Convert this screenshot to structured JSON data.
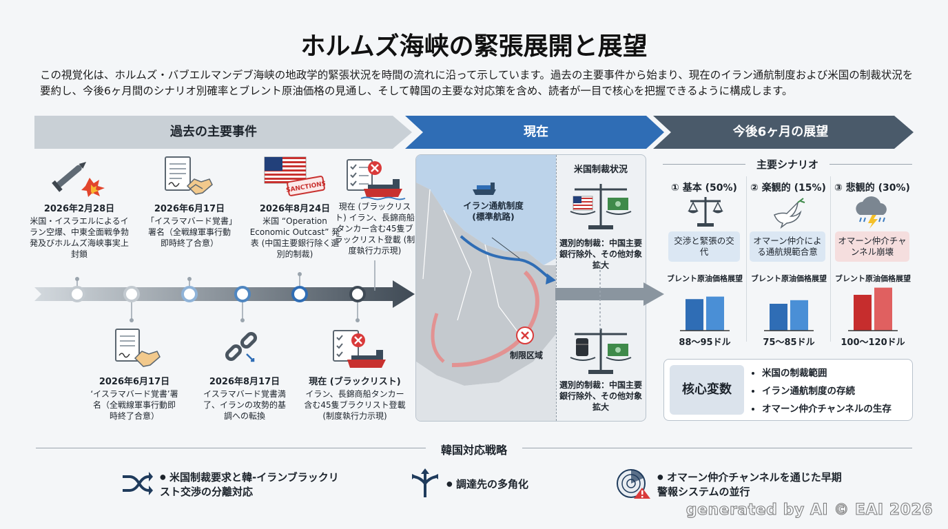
{
  "title": "ホルムズ海峡の緊張展開と展望",
  "intro": "この視覚化は、ホルムズ・バブエルマンデブ海峡の地政学的緊張状況を時間の流れに沿って示しています。過去の主要事件から始まり、現在のイラン通航制度および米国の制裁状況を要約し、今後6ヶ月間のシナリオ別確率とブレント原油価格の見通し、そして韓国の主要な対応策を含め、読者が一目で核心を把握できるように構成します。",
  "banners": {
    "past": "過去の主要事件",
    "present": "現在",
    "future": "今後6ヶ月の展望"
  },
  "events_top": [
    {
      "date": "2026年2月28日",
      "text": "米国・イスラエルによるイラン空爆、中東全面戦争勃発及びホルムズ海峡事実上封鎖"
    },
    {
      "date": "2026年6月17日",
      "text": "「イスラマバード覚書」署名（全戦線軍事行動即時終了合意）"
    },
    {
      "date": "2026年8月24日",
      "text": "米国 “Operation Economic Outcast” 発表 (中国主要銀行除く選別的制裁)"
    },
    {
      "date": "",
      "text": "現在 (ブラックリスト) イラン、長錦商船タンカー含む45隻ブラックリスト登載 (制度執行力示現)"
    }
  ],
  "events_bottom": [
    {
      "date": "2026年6月17日",
      "text": "‘イスラマバード覚書’署名（全戦線軍事行動即時終了合意）"
    },
    {
      "date": "2026年8月17日",
      "text": "イスラマバード覚書満了、イランの攻勢的基調への転換"
    },
    {
      "date": "現在 (ブラックリスト)",
      "text": "イラン、長錦商船タンカー含む45隻ブラクリスト登載(制度執行力示現)"
    }
  ],
  "sanction_stamp": "SANCTIONS",
  "map": {
    "route_label": "イラン通航制度\n(標準航路)",
    "restricted_label": "制限区域"
  },
  "sanctions": {
    "title": "米国制裁状況",
    "text1": "選別的制裁：中国主要銀行除外、その他対象拡大",
    "text2": "選別的制裁：中国主要銀行除外、その他対象拡大"
  },
  "scenarios": {
    "title": "主要シナリオ",
    "chart_caption": "ブレント原油価格展望",
    "items": [
      {
        "label": "① 基本 (50%)",
        "tag": "交渉と緊張の交代",
        "price": "88〜95ドル",
        "color": "#2f6db5",
        "range": [
          88,
          95
        ],
        "probability": 50
      },
      {
        "label": "② 楽観的 (15%)",
        "tag": "オマーン仲介による通航規範合意",
        "price": "75〜85ドル",
        "color": "#2f6db5",
        "range": [
          75,
          85
        ],
        "probability": 15
      },
      {
        "label": "③ 悲観的 (30%)",
        "tag": "オマーン仲介チャンネル崩壊",
        "price": "100〜120ドル",
        "color": "#c62d2d",
        "range": [
          100,
          120
        ],
        "probability": 30
      }
    ]
  },
  "core": {
    "title": "核心変数",
    "items": [
      "米国の制裁範囲",
      "イラン通航制度の存続",
      "オマーン仲介チャンネルの生存"
    ]
  },
  "korea": {
    "title": "韓国対応戦略",
    "items": [
      {
        "icon": "shuffle-icon",
        "text": "米国制裁要求と韓-イランブラックリスト交渉の分離対応"
      },
      {
        "icon": "signpost-icon",
        "text": "調達先の多角化"
      },
      {
        "icon": "radar-warning-icon",
        "text": "オマーン仲介チャンネルを通じた早期警報システムの並行"
      }
    ]
  },
  "watermark": "generated by AI © EAI 2026",
  "colors": {
    "past": "#c9d0d6",
    "present": "#2f6db5",
    "future": "#4a5a6a",
    "bad": "#c62d2d",
    "good_tag": "#dbe7f3",
    "bad_tag": "#f5dede"
  }
}
